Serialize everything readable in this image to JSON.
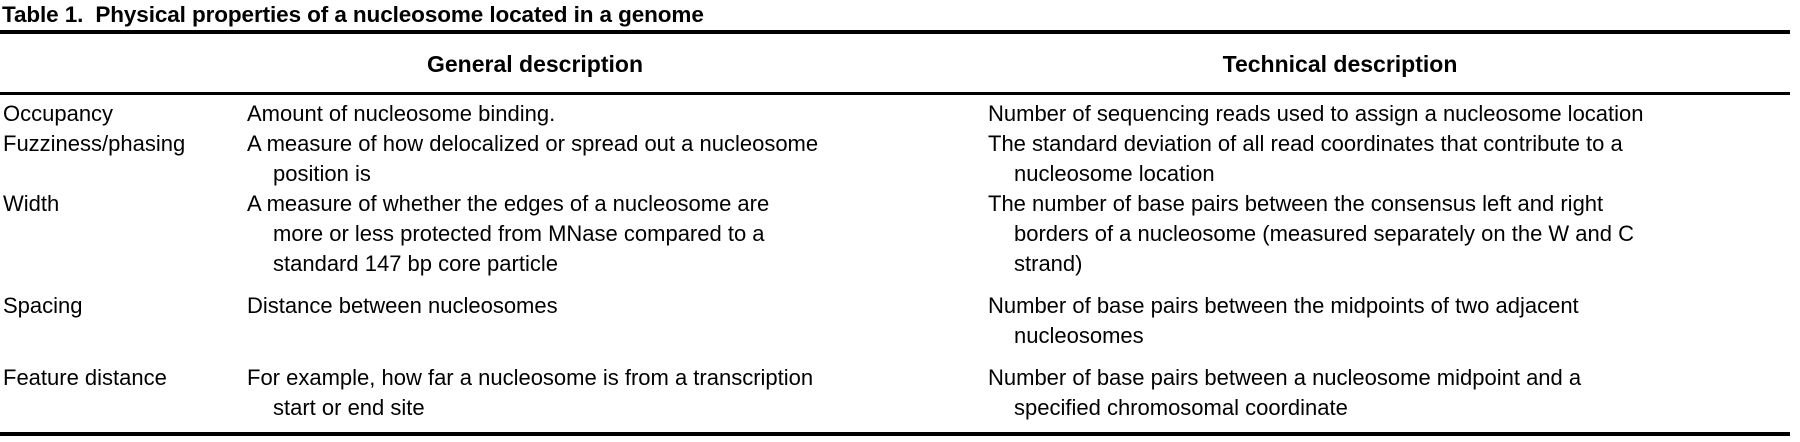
{
  "caption": {
    "label": "Table 1.",
    "title": "Physical properties of a nucleosome located in a genome"
  },
  "header": {
    "col_term": "",
    "col_general": "General description",
    "col_technical": "Technical description"
  },
  "rows": [
    {
      "term": "Occupancy",
      "general_lines": [
        "Amount of nucleosome binding."
      ],
      "technical_lines": [
        "Number of sequencing reads used to assign a nucleosome location"
      ]
    },
    {
      "term": "Fuzziness/phasing",
      "general_lines": [
        "A measure of how delocalized or spread out a nucleosome",
        "position is"
      ],
      "technical_lines": [
        "The standard deviation of all read coordinates that contribute to a",
        "nucleosome location"
      ]
    },
    {
      "term": "Width",
      "general_lines": [
        "A measure of whether the edges of a nucleosome are",
        "more or less protected from MNase compared to a",
        "standard 147 bp core particle"
      ],
      "technical_lines": [
        "The number of base pairs between the consensus left and right",
        "borders of a nucleosome (measured separately on the W and C",
        "strand)"
      ]
    },
    {
      "term": "Spacing",
      "general_lines": [
        "Distance between nucleosomes"
      ],
      "technical_lines": [
        "Number of base pairs between the midpoints of two adjacent",
        "nucleosomes"
      ]
    },
    {
      "term": "Feature distance",
      "general_lines": [
        "For example, how far a nucleosome is from a transcription",
        "start or end site"
      ],
      "technical_lines": [
        "Number of base pairs between a nucleosome midpoint and a",
        "specified chromosomal coordinate"
      ]
    }
  ]
}
